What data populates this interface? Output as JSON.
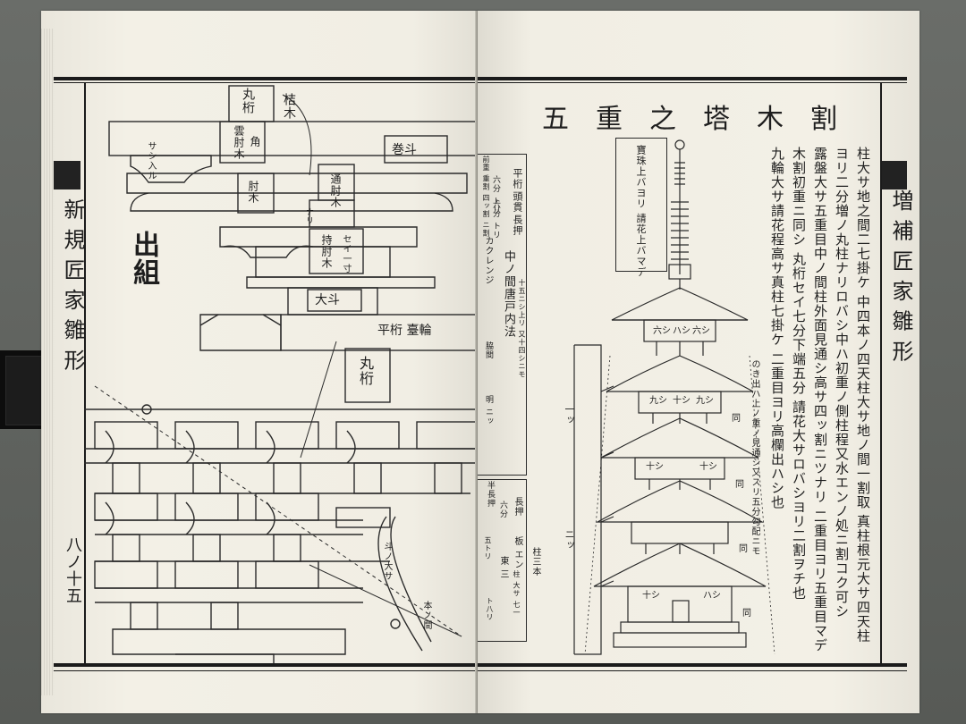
{
  "spine_left": {
    "book_title": "新 規 匠 家 雛 形",
    "page_number": "八ノ十五"
  },
  "spine_right": {
    "book_title": "増 補 匠 家 雛 形"
  },
  "left_page": {
    "heading": "出組",
    "labels": {
      "maru_keta_top": "丸桁",
      "hanegi": "桔木",
      "kumo_hijiki": "雲肘木",
      "kaku": "角",
      "maki_to": "巻斗",
      "tsuki_hijiki": "通肘木",
      "hijiki": "肘木",
      "kata_hijiki": "持肘木",
      "daito": "大斗",
      "hira_keta": "平桁 臺輪",
      "maru_keta_mid": "丸桁",
      "tayu": "斗ノ大サ",
      "misaki": "本ノ間",
      "side_note": "サシ入ル",
      "dim_a": "ナリ",
      "dim_b": "セイ一寸"
    }
  },
  "right_page": {
    "title": "五重之塔木割",
    "text_columns": [
      "柱大サ地之間二七掛ケ 中四本ノ四天柱大サ地ノ間一割取 真柱根元大サ四天柱",
      "ヨリ二分増ノ丸柱ナリロバシ中ハ初重ノ側柱程又水エンノ処ニ割コク可シ",
      "露盤大サ五重目中ノ間柱外面見通シ高サ四ッ割ニツナリ 二重目ヨリ五重目マデ",
      "木割初重ニ同シ 丸桁セイ七分下端五分 請花大サロバシヨリ二割ヲチ也",
      "九輪大サ請花程高サ真柱七掛ケ 二重目ヨリ高欄出ハシ也"
    ],
    "note_column": "のき出ハ上ノ重ノ見通シ又スリ五分勾配ニモ",
    "spec_table": {
      "header": "前重 重割 四ッ割 ニ割",
      "rows": [
        "平桁",
        "頭貫",
        "長押",
        "中ノ間唐戸内法",
        "十五ニシ上リ 又十四シニモ"
      ],
      "col_small": [
        "六分 トリ",
        "六分 トリ",
        "カクレンジ",
        "脇間",
        "明 ニッ"
      ]
    },
    "lower_table": {
      "header": "半長押",
      "rows": [
        "長押",
        "板 エン",
        "六分",
        "東 三",
        "柱三本"
      ],
      "extra": [
        "五トリ",
        "柱 大サ 七一",
        "ト八リ"
      ]
    },
    "pagoda_labels": {
      "finial_note": "寶珠上バヨリ 請花上バマデ",
      "tier_marks": [
        "六シ",
        "ハシ",
        "六シ",
        "九シ",
        "十シ",
        "九シ",
        "十シ",
        "十シ",
        "十シ",
        "ハシ"
      ],
      "side_marks": [
        "同",
        "同",
        "同",
        "同"
      ],
      "ladder_label": "一ッ",
      "ground_label": "ニッ"
    }
  },
  "colors": {
    "paper": "#f1eee4",
    "ink": "#1e1e1e",
    "tray": "#5d605c",
    "tab": "#0d0d0d"
  }
}
